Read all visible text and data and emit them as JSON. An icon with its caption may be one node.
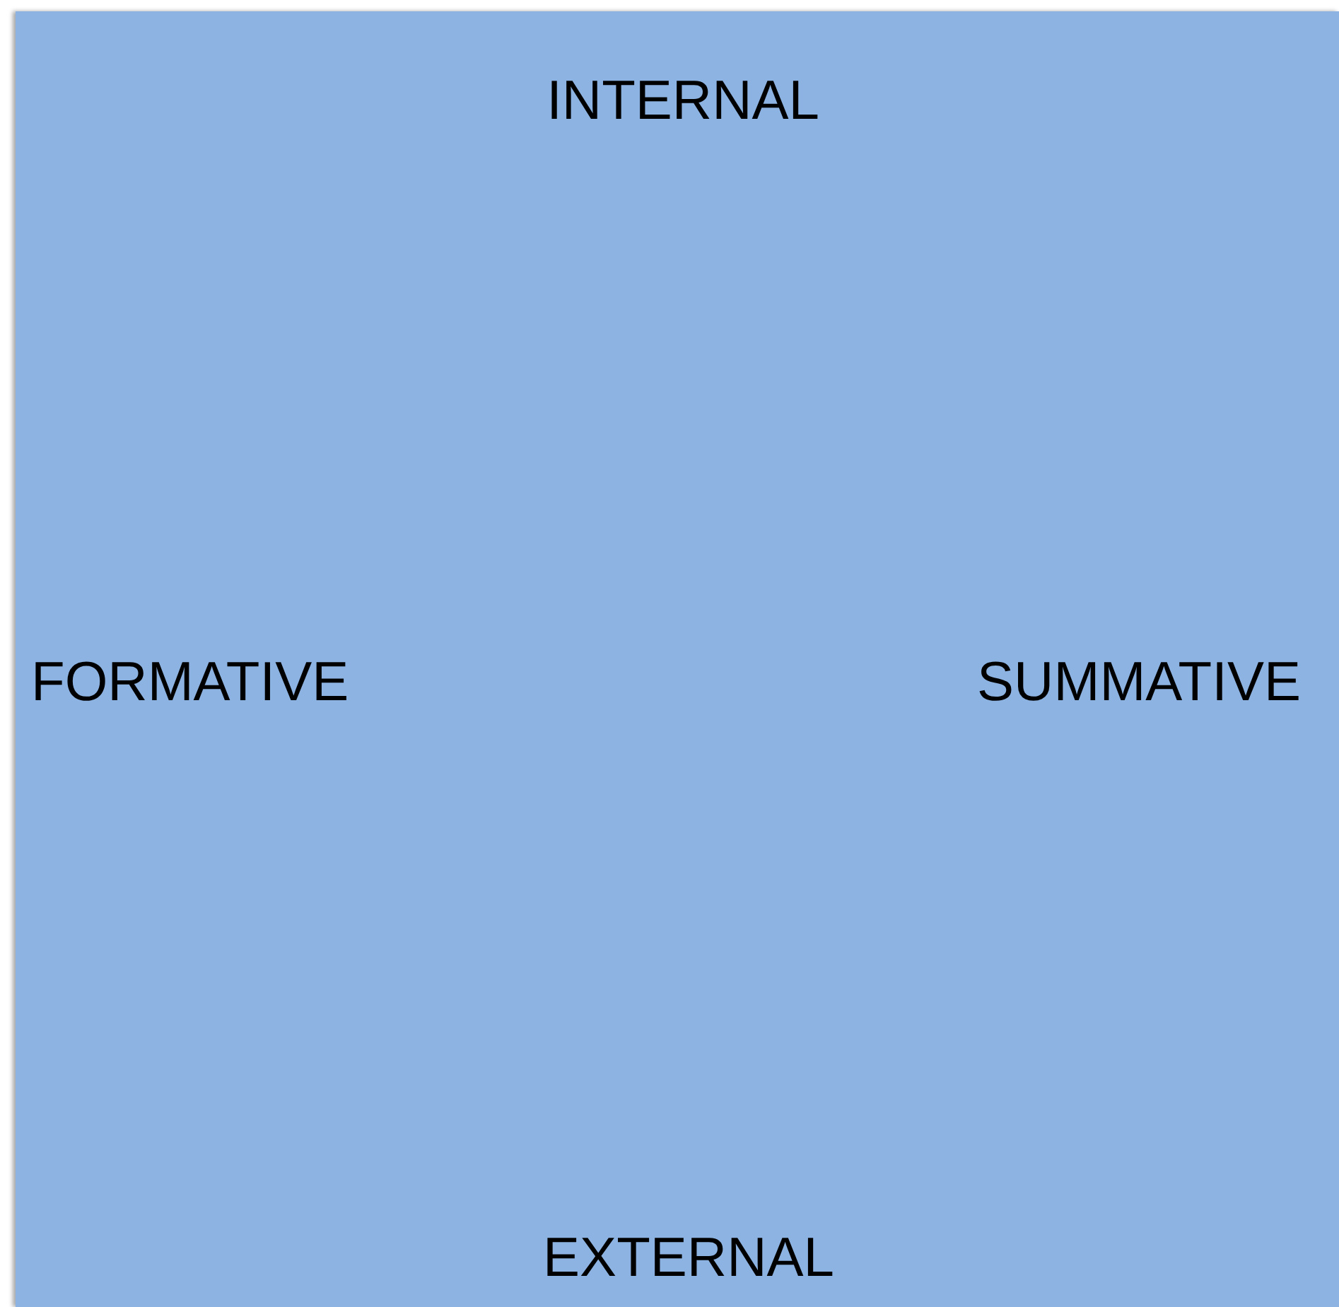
{
  "diagram": {
    "nodes": [
      {
        "text": [
          "INTERNAL",
          "FORMATIVE",
          "SUMMATIVE",
          "EXTERNAL"
        ]
      }
    ]
  }
}
